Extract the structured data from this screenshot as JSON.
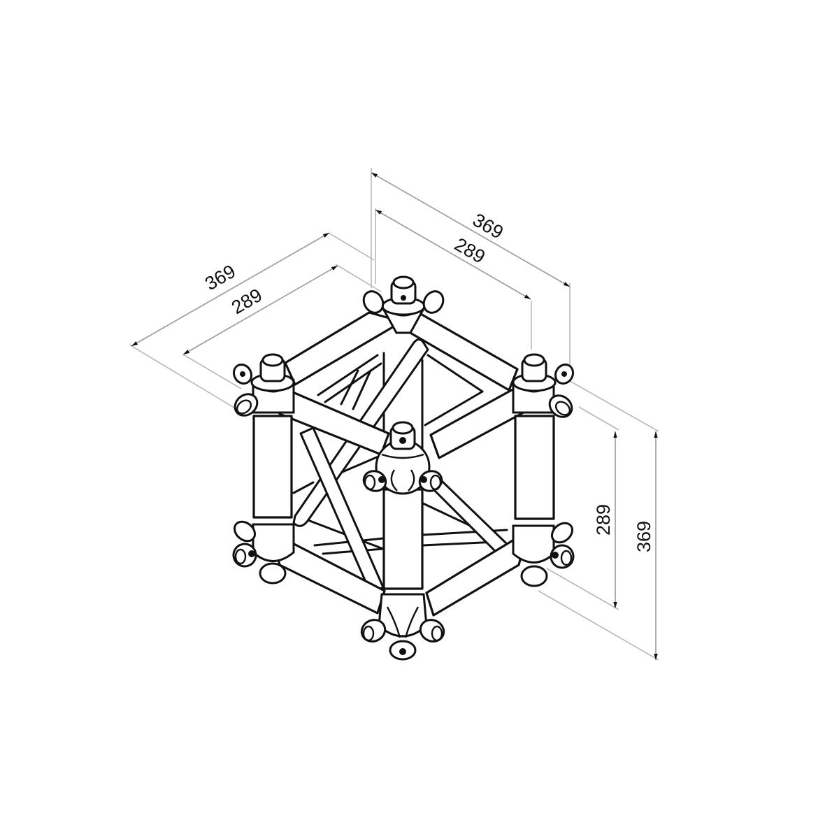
{
  "drawing": {
    "subject": "truss box corner cube",
    "units": "mm",
    "line_color": "#111111",
    "dimension_line_color": "#9a9a9a",
    "background": "#ffffff"
  },
  "dimensions": {
    "left_outer": {
      "value": "369",
      "label": "outer width (left face)"
    },
    "left_inner": {
      "value": "289",
      "label": "tube centre width (left face)"
    },
    "right_outer": {
      "value": "369",
      "label": "outer depth (right face)"
    },
    "right_inner": {
      "value": "289",
      "label": "tube centre depth (right face)"
    },
    "height_inner": {
      "value": "289",
      "label": "tube centre height"
    },
    "height_outer": {
      "value": "369",
      "label": "outer height"
    }
  },
  "nodes": [
    {
      "id": "top-back",
      "position": "top back corner"
    },
    {
      "id": "top-left",
      "position": "top left corner"
    },
    {
      "id": "top-right",
      "position": "top right corner"
    },
    {
      "id": "top-front",
      "position": "top front corner"
    },
    {
      "id": "bottom-left",
      "position": "bottom left corner"
    },
    {
      "id": "bottom-right",
      "position": "bottom right corner"
    },
    {
      "id": "bottom-front",
      "position": "bottom front corner"
    }
  ]
}
